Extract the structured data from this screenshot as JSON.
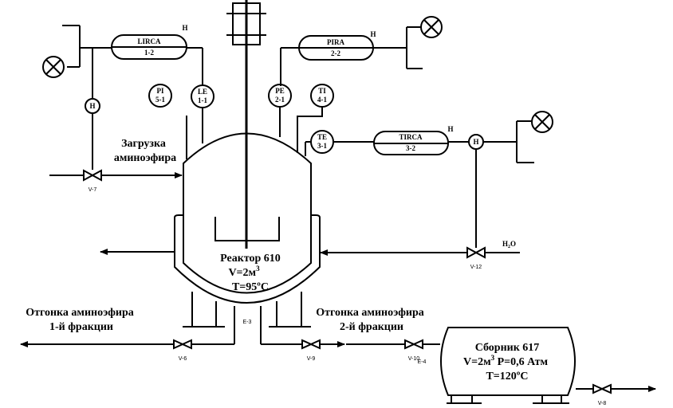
{
  "instruments": {
    "lirca": {
      "name": "LIRCA",
      "num": "1-2"
    },
    "pira": {
      "name": "PIRA",
      "num": "2-2"
    },
    "tirca": {
      "name": "TIRCA",
      "num": "3-2"
    },
    "pi": {
      "name": "PI",
      "num": "5-1"
    },
    "le": {
      "name": "LE",
      "num": "1-1"
    },
    "pe": {
      "name": "PE",
      "num": "2-1"
    },
    "ti": {
      "name": "TI",
      "num": "4-1"
    },
    "te": {
      "name": "TE",
      "num": "3-1"
    },
    "h_mark": "H"
  },
  "labels": {
    "feed_line1": "Загрузка",
    "feed_line2": "аминоэфира",
    "reactor_line1": "Реактор 610",
    "reactor_line2_prefix": "V=2м",
    "reactor_line2_sup": "3",
    "reactor_line3": "Т=95ºС",
    "dist1_line1": "Отгонка аминоэфира",
    "dist1_line2": "1-й фракции",
    "dist2_line1": "Отгонка аминоэфира",
    "dist2_line2": "2-й фракции",
    "collector_line1": "Сборник 617",
    "collector_line2_prefix": "V=2м",
    "collector_line2_sup": "3",
    "collector_line2_suffix": " Р=0,6 Атм",
    "collector_line3": "Т=120ºС",
    "water_prefix": "H",
    "water_sub": "2",
    "water_suffix": "O"
  },
  "valves": {
    "v7": "V-7",
    "v12": "V-12",
    "v6": "V-6",
    "v9": "V-9",
    "v10": "V-10",
    "v8": "V-8"
  },
  "equipment": {
    "e3": "E-3",
    "e4": "E-4"
  }
}
